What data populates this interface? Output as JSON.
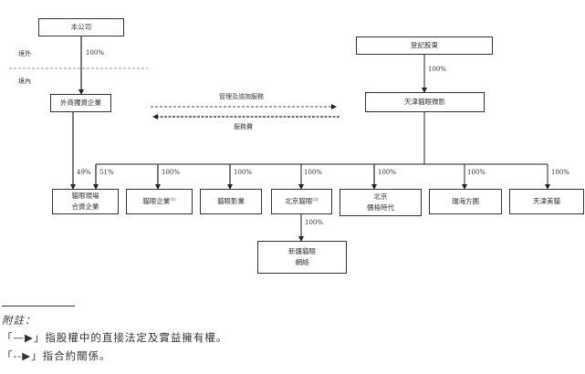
{
  "boxes": {
    "company": "本公司",
    "wfoe": "外商獨資企業",
    "registered_shareholders": "登記股東",
    "tianjin_maoyan_weiying": "天津貓眼微影",
    "maoyan_xianchang_jv_line1": "貓眼現場",
    "maoyan_xianchang_jv_line2": "合資企業",
    "maoyan_qiye": "貓眼企業",
    "maoyan_qiye_note": "(1)",
    "maoyan_yingye": "貓眼影業",
    "beijing_maoyan": "北京貓眼",
    "beijing_maoyan_note": "(2)",
    "beijing_gege_line1": "北京",
    "beijing_gege_line2": "價格時代",
    "ruihai_fangyuan": "瑞海方圓",
    "tianjin_meimao": "天津美貓",
    "xinjiang_maoyan_line1": "新疆貓眼",
    "xinjiang_maoyan_line2": "網絡"
  },
  "regions": {
    "offshore": "境外",
    "onshore": "境內"
  },
  "edges": {
    "company_to_wfoe": "100%",
    "shareholders_to_weiying": "100%",
    "wfoe_to_jv": "49%",
    "weiying_to_jv": "51%",
    "to_maoyan_qiye": "100%",
    "to_maoyan_yingye": "100%",
    "to_beijing_maoyan": "100%",
    "to_beijing_gege": "100%",
    "to_ruihai": "100%",
    "to_meimao": "100%",
    "beijing_to_xinjiang": "100%"
  },
  "contract": {
    "services_label": "管理及諮詢服務",
    "fee_label": "服務費"
  },
  "notes": {
    "title": "附註：",
    "solid_arrow_text": "「—▶」指股權中的直接法定及實益擁有權。",
    "dashed_arrow_text": "「--▶」指合約關係。"
  }
}
